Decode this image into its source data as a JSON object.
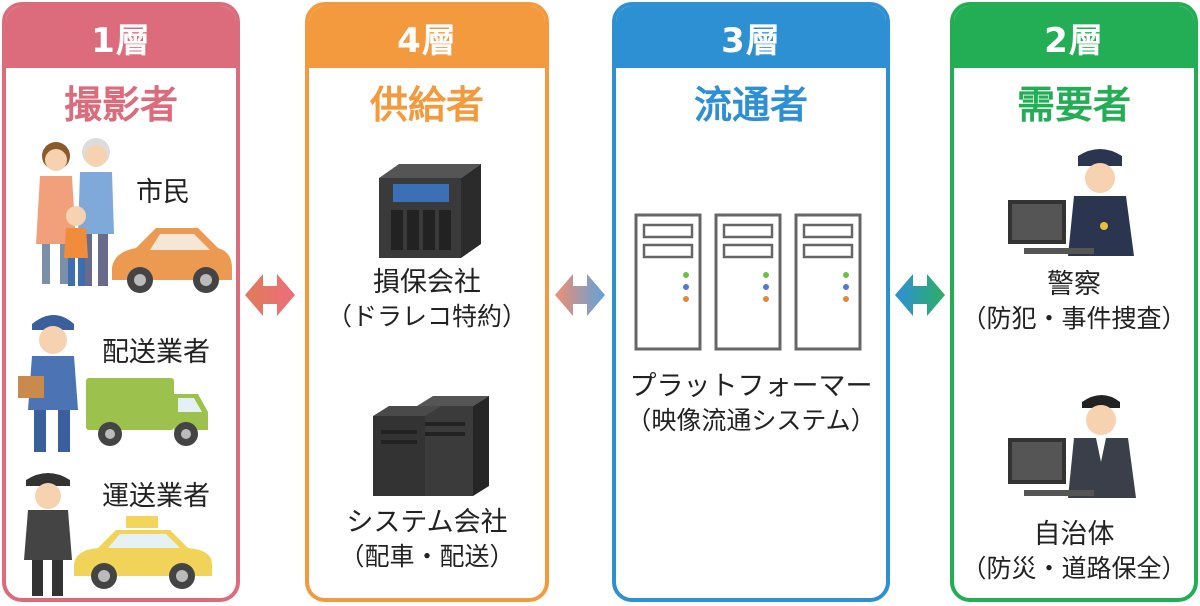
{
  "colors": {
    "layer1": "#dc6b7c",
    "layer4": "#f39a3e",
    "layer3": "#2d90d2",
    "layer2": "#23ad55"
  },
  "columns": [
    {
      "layer": "1層",
      "role": "撮影者"
    },
    {
      "layer": "4層",
      "role": "供給者"
    },
    {
      "layer": "3層",
      "role": "流通者"
    },
    {
      "layer": "2層",
      "role": "需要者"
    }
  ],
  "photographers": {
    "citizen": "市民",
    "delivery": "配送業者",
    "transport": "運送業者"
  },
  "suppliers": {
    "insurance": "損保会社",
    "insurance_note": "（ドラレコ特約）",
    "system": "システム会社",
    "system_note": "（配車・配送）"
  },
  "distributor": {
    "name": "プラットフォーマー",
    "note": "（映像流通システム）"
  },
  "consumers": {
    "police": "警察",
    "police_note": "（防犯・事件捜査）",
    "municipality": "自治体",
    "municipality_note": "（防災・道路保全）"
  },
  "icons": [
    "family-icon",
    "car-icon",
    "delivery-man-icon",
    "truck-icon",
    "taxi-driver-icon",
    "taxi-icon",
    "nas-server-icon",
    "tower-servers-icon",
    "server-rack-icon",
    "police-officer-icon",
    "official-icon"
  ]
}
